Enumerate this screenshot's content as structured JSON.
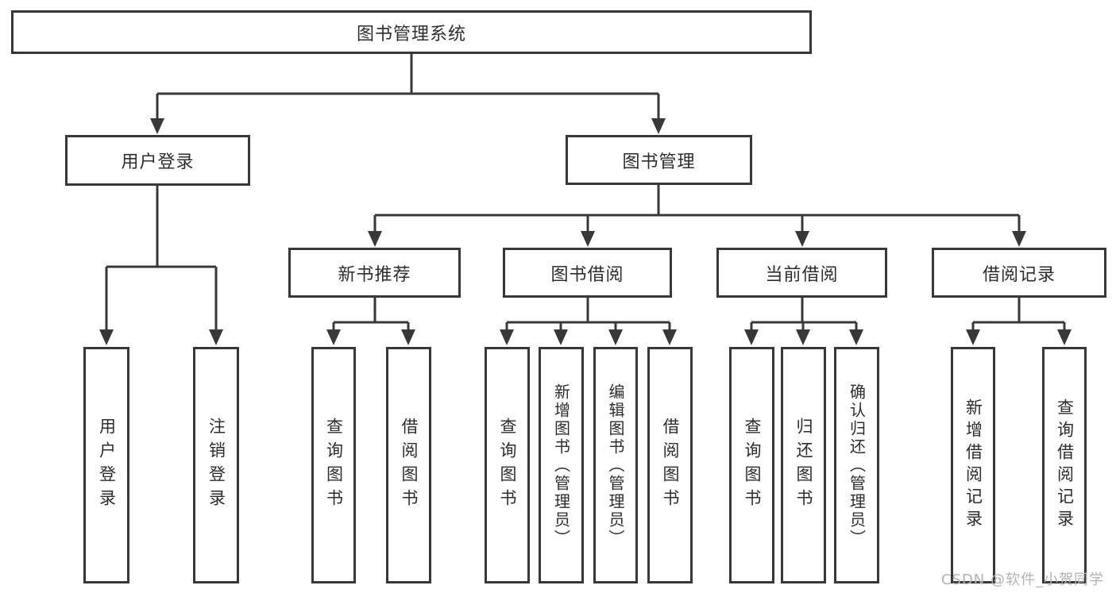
{
  "diagram": {
    "root": {
      "label": "图书管理系统"
    },
    "branches": [
      {
        "label": "用户登录",
        "children": [
          {
            "label": "用户登录"
          },
          {
            "label": "注销登录"
          }
        ]
      },
      {
        "label": "图书管理",
        "children": [
          {
            "label": "新书推荐",
            "children": [
              {
                "label": "查询图书"
              },
              {
                "label": "借阅图书"
              }
            ]
          },
          {
            "label": "图书借阅",
            "children": [
              {
                "label": "查询图书"
              },
              {
                "label": "新增图书（管理员）"
              },
              {
                "label": "编辑图书（管理员）"
              },
              {
                "label": "借阅图书"
              }
            ]
          },
          {
            "label": "当前借阅",
            "children": [
              {
                "label": "查询图书"
              },
              {
                "label": "归还图书"
              },
              {
                "label": "确认归还（管理员）"
              }
            ]
          },
          {
            "label": "借阅记录",
            "children": [
              {
                "label": "新增借阅记录"
              },
              {
                "label": "查询借阅记录"
              }
            ]
          }
        ]
      }
    ]
  },
  "watermark": {
    "text": "CSDN @软件_小贺同学"
  },
  "colors": {
    "line": "#383838",
    "text": "#2d2d2d",
    "watermark": "#b3b3b3",
    "background": "#ffffff"
  }
}
